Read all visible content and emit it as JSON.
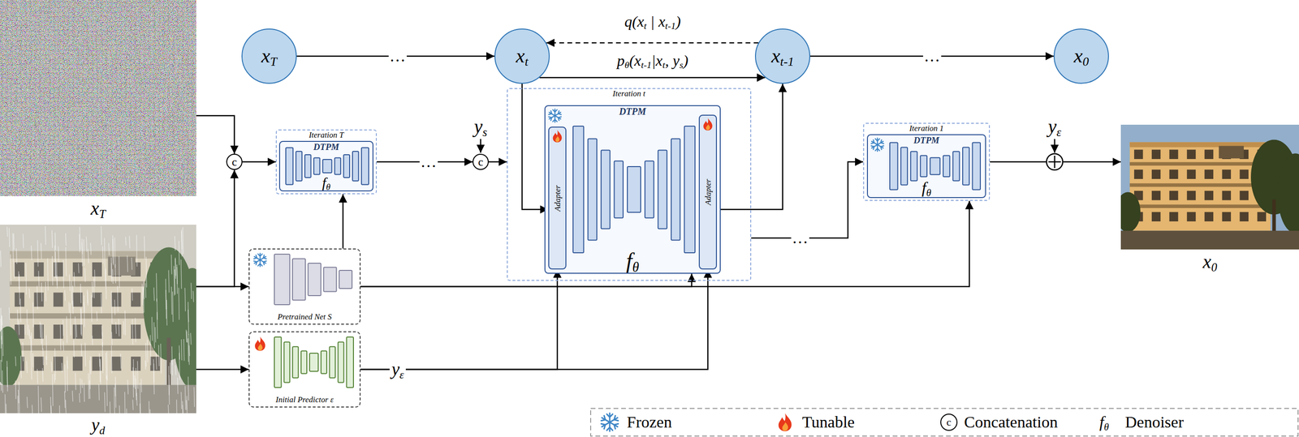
{
  "diagram": {
    "nodes": [
      {
        "text": [
          "xT"
        ]
      },
      {
        "text": [
          "yd"
        ]
      },
      {
        "text": [
          "xT"
        ]
      },
      {
        "text": [
          "xt"
        ]
      },
      {
        "text": [
          "xt-1"
        ]
      },
      {
        "text": [
          "x0"
        ]
      },
      {
        "text": [
          "c"
        ]
      },
      {
        "text": [
          "Iteration T"
        ]
      },
      {
        "text": [
          "DTPM",
          "fθ"
        ],
        "in": 7
      },
      {
        "text": [
          "c"
        ]
      },
      {
        "text": [
          "Iteration t"
        ]
      },
      {
        "text": [
          "DTPM",
          "fθ"
        ],
        "in": 10
      },
      {
        "text": [
          "Adapter"
        ],
        "in": 11
      },
      {
        "text": [
          "Adapter"
        ],
        "in": 11
      },
      {
        "text": [
          "Iteration 1"
        ]
      },
      {
        "text": [
          "DTPM",
          "fθ"
        ],
        "in": 14
      },
      {
        "text": [
          "Pretrained Net S"
        ]
      },
      {
        "text": [
          "Initial Predictor ε"
        ]
      },
      {
        "text": [
          "x0"
        ]
      }
    ],
    "edges": [
      {
        "from": 2,
        "to": 3,
        "label": "…",
        "arrow": "to"
      },
      {
        "from": 3,
        "to": 4,
        "label": "pθ(xt-1|xt, ys)",
        "arrow": "to"
      },
      {
        "from": 4,
        "to": 3,
        "label": "q(xt | xt-1)",
        "arrow": "to"
      },
      {
        "from": 4,
        "to": 5,
        "label": "…",
        "arrow": "to"
      },
      {
        "from": 0,
        "to": 6,
        "arrow": "to"
      },
      {
        "from": 1,
        "to": 6,
        "arrow": "to"
      },
      {
        "from": 1,
        "to": 16,
        "arrow": "to"
      },
      {
        "from": 1,
        "to": 17,
        "arrow": "to"
      },
      {
        "from": 6,
        "to": 7,
        "arrow": "to"
      },
      {
        "from": 7,
        "to": 9,
        "label": "…",
        "arrow": "to"
      },
      {
        "from": 9,
        "to": 10,
        "arrow": "to"
      },
      {
        "from": 3,
        "to": 12,
        "arrow": "to"
      },
      {
        "from": 13,
        "to": 4,
        "arrow": "to"
      },
      {
        "from": 10,
        "to": 14,
        "label": "…",
        "arrow": "to"
      },
      {
        "from": 14,
        "to": 18,
        "arrow": "to"
      },
      {
        "from": 16,
        "to": 7,
        "arrow": "to"
      },
      {
        "from": 16,
        "to": 11,
        "arrow": "to"
      },
      {
        "from": 16,
        "to": 14,
        "arrow": "to"
      },
      {
        "from": 17,
        "to": 12,
        "label": "yε",
        "arrow": "to"
      },
      {
        "from": 17,
        "to": 13,
        "arrow": "to"
      }
    ],
    "labels": [
      "ys",
      "yε",
      "fθ",
      "c"
    ],
    "legend": [
      {
        "text": "Frozen"
      },
      {
        "text": "Tunable"
      },
      {
        "text": "Concatenation"
      },
      {
        "text": "Denoiser"
      }
    ]
  }
}
